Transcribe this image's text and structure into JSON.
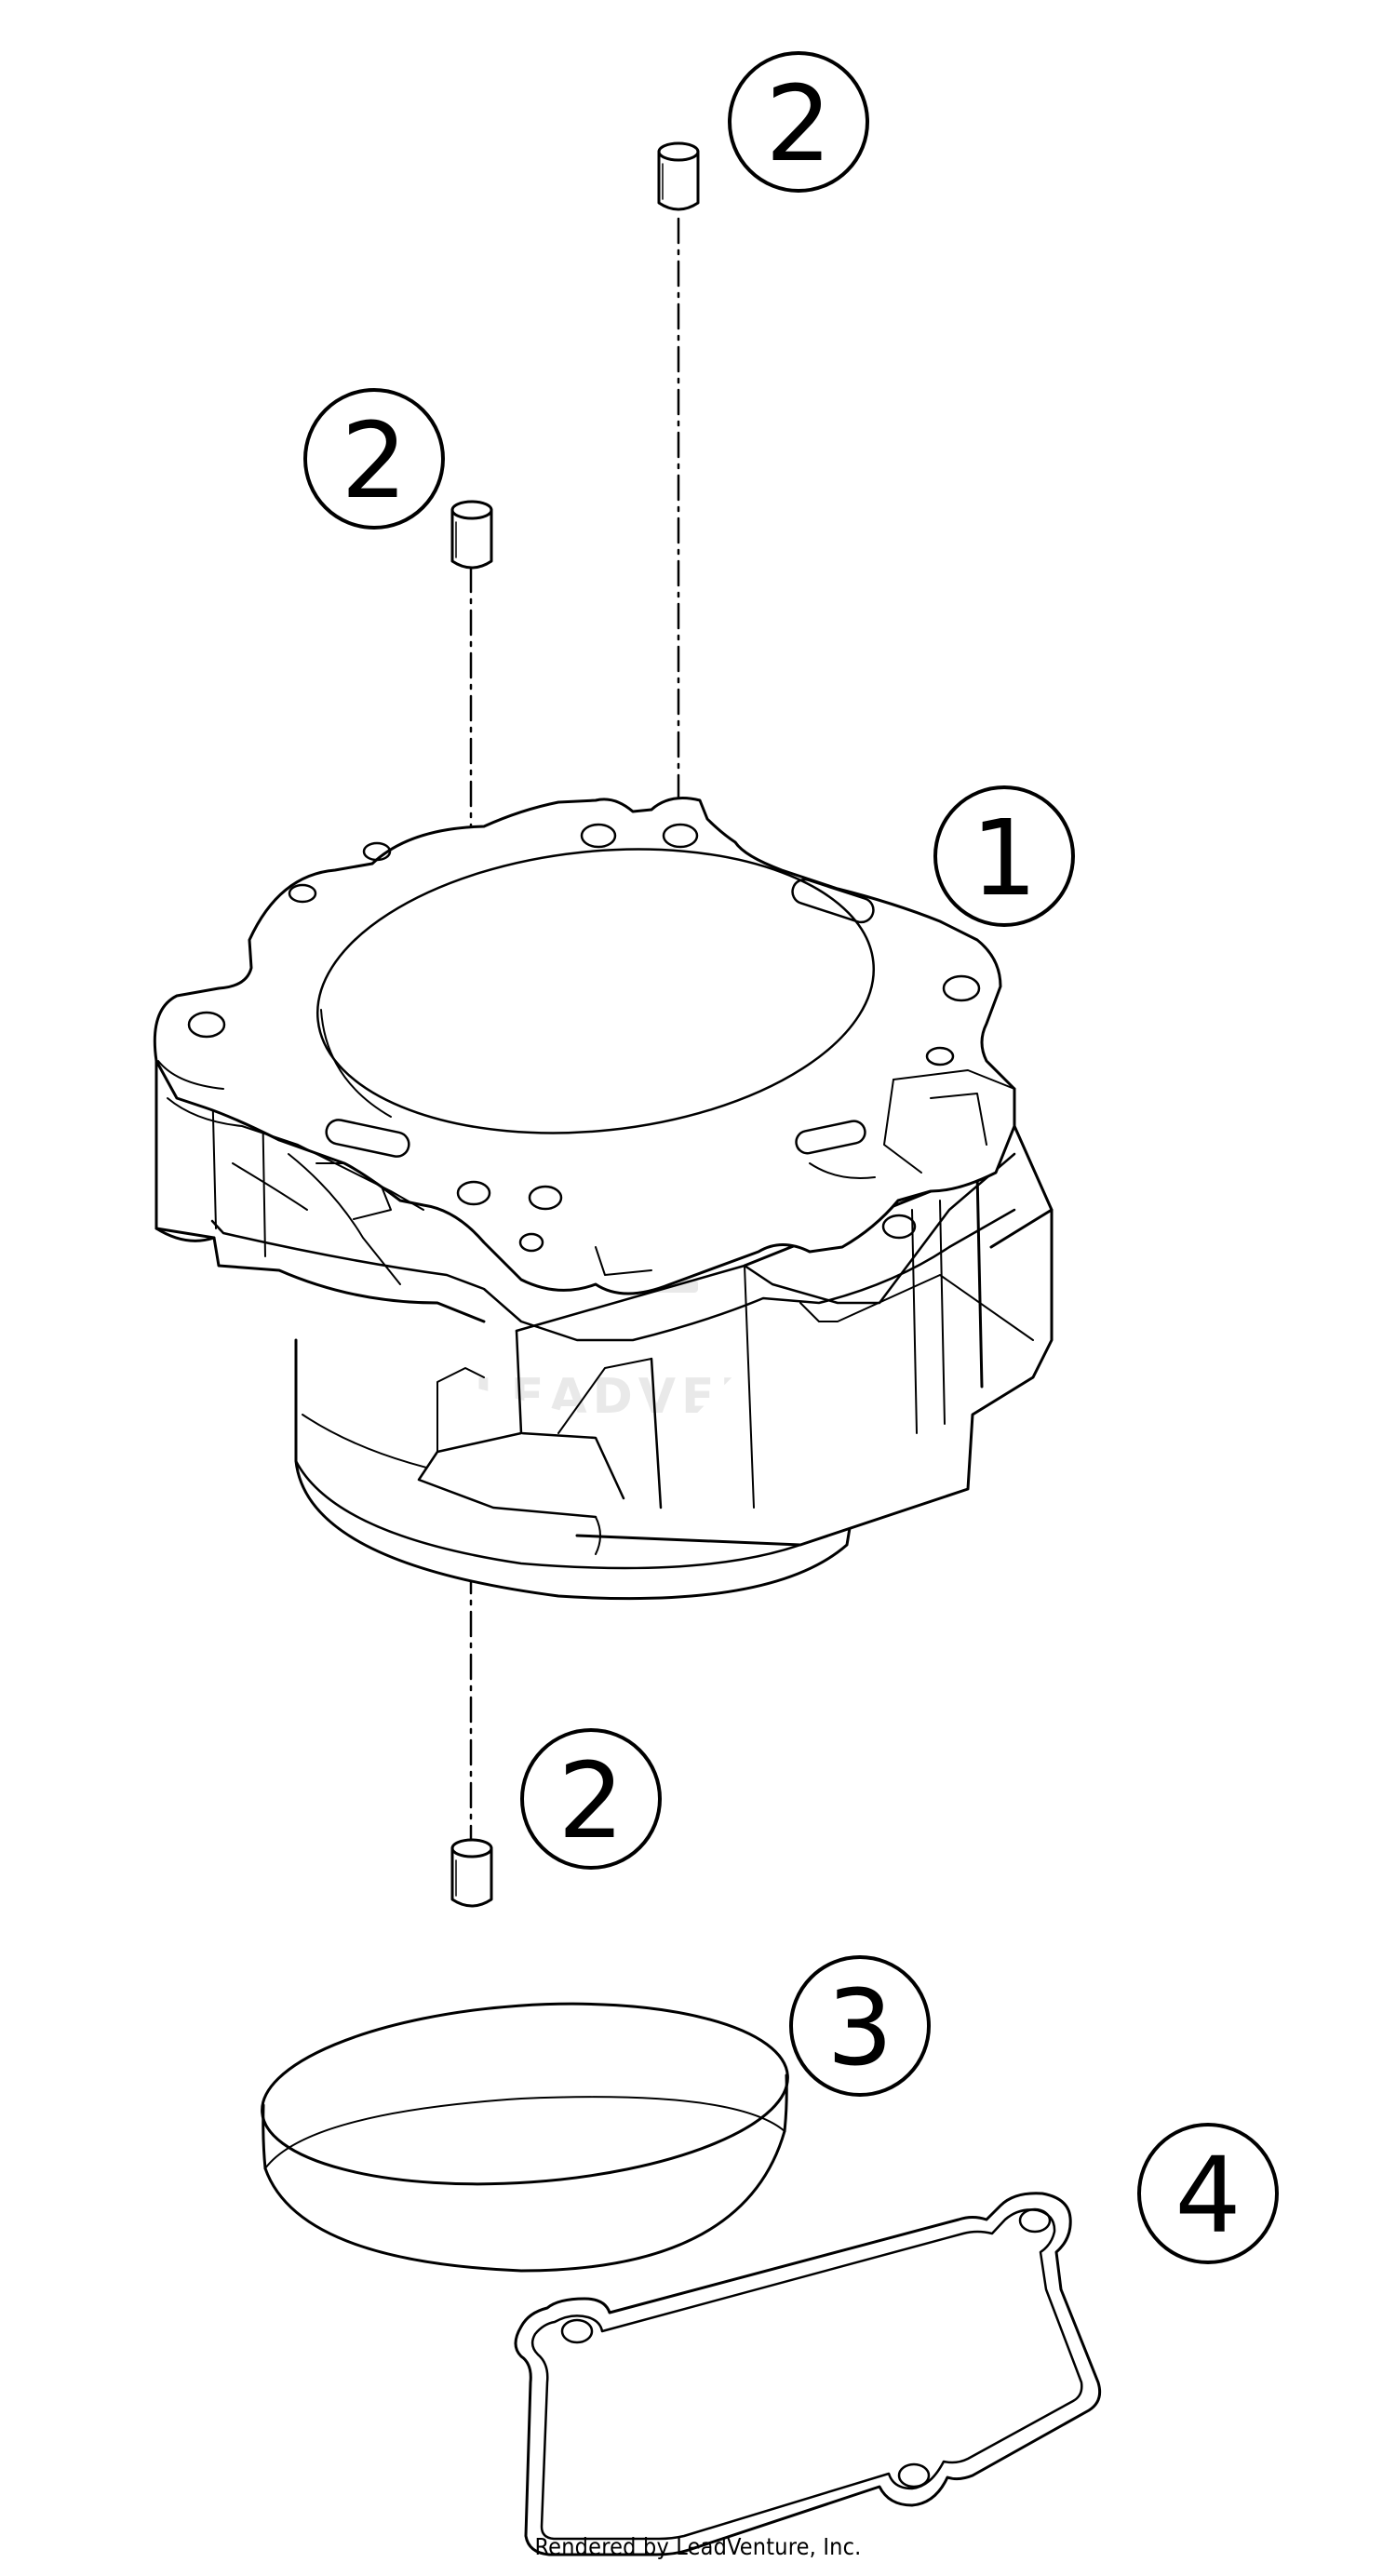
{
  "callouts": {
    "c1": "1",
    "c2a": "2",
    "c2b": "2",
    "c2c": "2",
    "c3": "3",
    "c4": "4"
  },
  "watermark": "LEADVENTURE",
  "footer": "Rendered by LeadVenture, Inc.",
  "colors": {
    "line": "#000000",
    "background": "#ffffff",
    "watermark": "#e9e9e9"
  }
}
